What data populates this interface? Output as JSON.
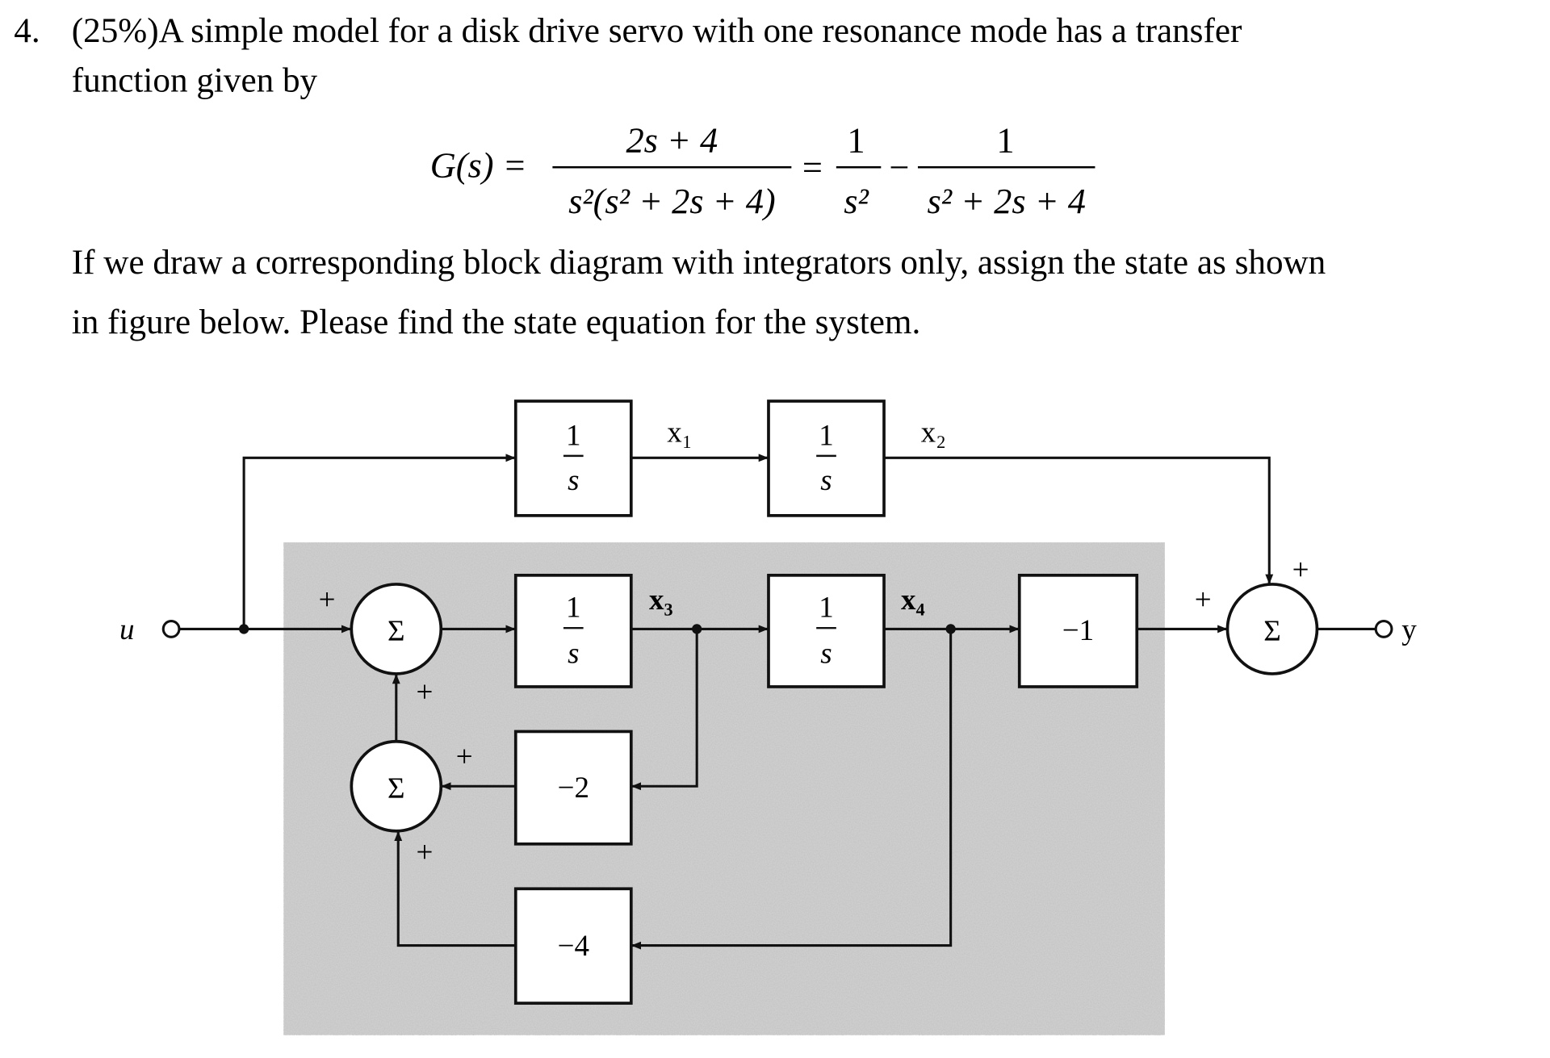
{
  "problem": {
    "number": "4.",
    "line1": "(25%)A simple model for a disk drive servo with one resonance mode has a transfer",
    "line2": "function given by",
    "para_line1": "If we draw a corresponding block diagram with integrators only, assign the state as shown",
    "para_line2": "in figure below. Please find the state equation for the system."
  },
  "equation": {
    "lhs": "G(s) =",
    "frac1_num": "2s + 4",
    "frac1_den": "s²(s² + 2s + 4)",
    "eq2": "=",
    "frac2_num": "1",
    "frac2_den": "s²",
    "minus": "−",
    "frac3_num": "1",
    "frac3_den": "s² + 2s + 4"
  },
  "diagram": {
    "input_label": "u",
    "output_label": "y",
    "integrator_num": "1",
    "integrator_den": "s",
    "sum_symbol": "Σ",
    "state_labels": [
      "x₁",
      "x₂",
      "x₃",
      "x₄"
    ],
    "gains": [
      "−2",
      "−4",
      "−1"
    ],
    "plus": "+"
  }
}
